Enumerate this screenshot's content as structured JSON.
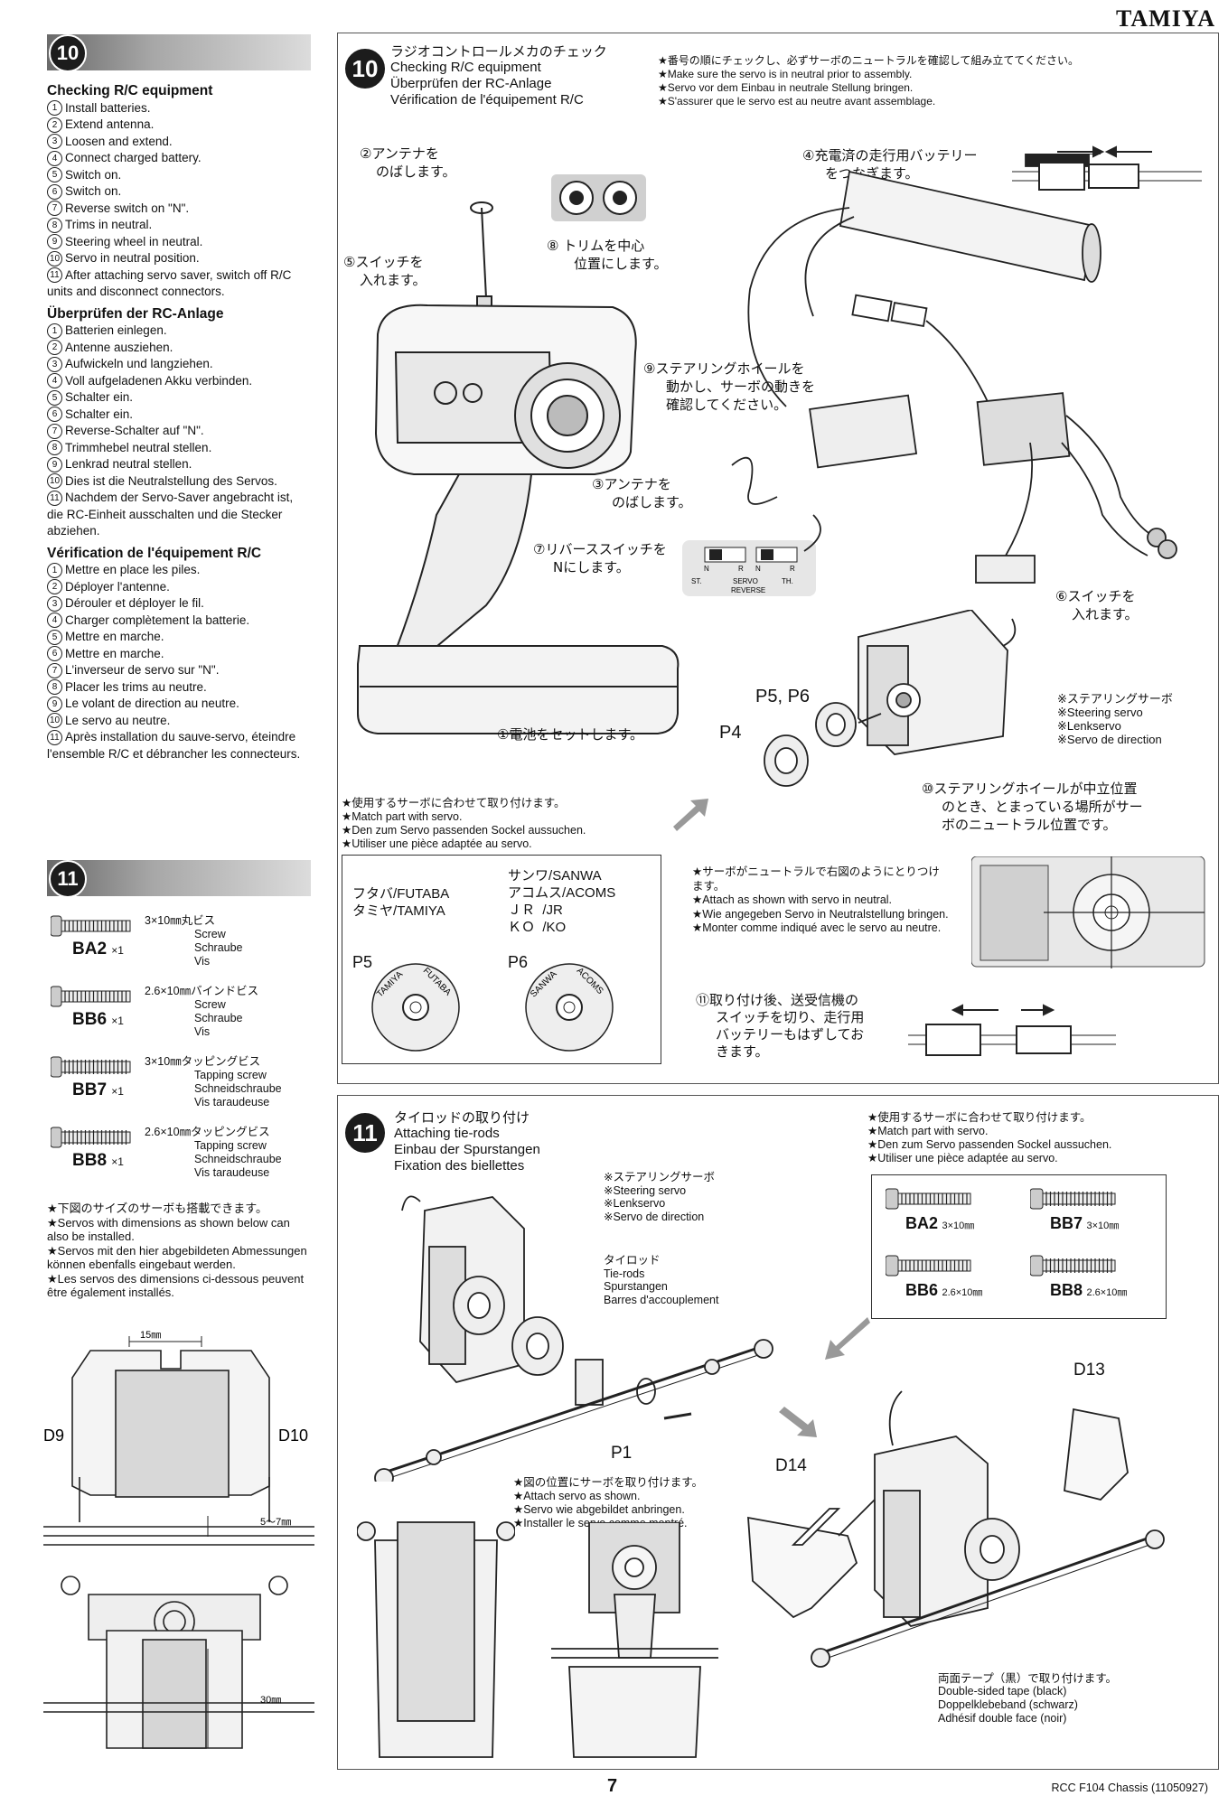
{
  "brand": "TAMIYA",
  "sidebar": {
    "step10_num": "10",
    "step11_num": "11",
    "en_title": "Checking R/C equipment",
    "en_steps": [
      "Install batteries.",
      "Extend antenna.",
      "Loosen and extend.",
      "Connect charged battery.",
      "Switch on.",
      "Switch on.",
      "Reverse switch on \"N\".",
      "Trims in neutral.",
      "Steering wheel in neutral.",
      "Servo in neutral position.",
      "After attaching servo saver, switch off R/C units and disconnect connectors."
    ],
    "de_title": "Überprüfen der RC-Anlage",
    "de_steps": [
      "Batterien einlegen.",
      "Antenne ausziehen.",
      "Aufwickeln und langziehen.",
      "Voll aufgeladenen Akku verbinden.",
      "Schalter ein.",
      "Schalter ein.",
      "Reverse-Schalter auf \"N\".",
      "Trimmhebel neutral stellen.",
      "Lenkrad neutral stellen.",
      "Dies ist die Neutralstellung des Servos.",
      "Nachdem der Servo-Saver angebracht ist, die RC-Einheit ausschalten und die Stecker abziehen."
    ],
    "fr_title": "Vérification de l'équipement R/C",
    "fr_steps": [
      "Mettre en place les piles.",
      "Déployer l'antenne.",
      "Dérouler et déployer le fil.",
      "Charger complètement la batterie.",
      "Mettre en marche.",
      "Mettre en marche.",
      "L'inverseur de servo sur \"N\".",
      "Placer les trims au neutre.",
      "Le volant de direction au neutre.",
      "Le servo au neutre.",
      "Après installation du sauve-servo, éteindre l'ensemble R/C et débrancher les connecteurs."
    ],
    "screws": [
      {
        "code": "BA2",
        "qty": "×1",
        "jp": "3×10㎜丸ビス",
        "en": "Screw",
        "de": "Schraube",
        "fr": "Vis"
      },
      {
        "code": "BB6",
        "qty": "×1",
        "jp": "2.6×10㎜バインドビス",
        "en": "Screw",
        "de": "Schraube",
        "fr": "Vis"
      },
      {
        "code": "BB7",
        "qty": "×1",
        "jp": "3×10㎜タッピングビス",
        "en": "Tapping screw",
        "de": "Schneidschraube",
        "fr": "Vis taraudeuse"
      },
      {
        "code": "BB8",
        "qty": "×1",
        "jp": "2.6×10㎜タッピングビス",
        "en": "Tapping screw",
        "de": "Schneidschraube",
        "fr": "Vis taraudeuse"
      }
    ],
    "servo_note": [
      "★下図のサイズのサーボも搭載できます。",
      "★Servos with dimensions as shown below can also be installed.",
      "★Servos mit den hier abgebildeten Abmessungen können ebenfalls eingebaut werden.",
      "★Les servos des dimensions ci-dessous peuvent être également installés."
    ],
    "dims": {
      "d9": "D9",
      "d10": "D10",
      "w15": "15㎜",
      "h57": "5〜7㎜",
      "h30": "30㎜"
    }
  },
  "panel10": {
    "num": "10",
    "title_jp": "ラジオコントロールメカのチェック",
    "title_en": "Checking R/C equipment",
    "title_de": "Überprüfen der RC-Anlage",
    "title_fr": "Vérification de l'équipement R/C",
    "notes": [
      "★番号の順にチェックし、必ずサーボのニュートラルを確認して組み立ててください。",
      "★Make sure the servo is in neutral prior to assembly.",
      "★Servo vor dem Einbau in neutrale Stellung bringen.",
      "★S'assurer que le servo est au neutre avant assemblage."
    ],
    "callouts": {
      "c1": "①電池をセットします。",
      "c2a": "②アンテナを",
      "c2b": "のばします。",
      "c3a": "③アンテナを",
      "c3b": "のばします。",
      "c4a": "④充電済の走行用バッテリー",
      "c4b": "をつなぎます。",
      "c5a": "⑤スイッチを",
      "c5b": "入れます。",
      "c6a": "⑥スイッチを",
      "c6b": "入れます。",
      "c7a": "⑦リバーススイッチを",
      "c7b": "Nにします。",
      "c8a": "⑧ トリムを中心",
      "c8b": "位置にします。",
      "c9a": "⑨ステアリングホイールを",
      "c9b": "動かし、サーボの動きを",
      "c9c": "確認してください。",
      "c10a": "⑩ステアリングホイールが中立位置",
      "c10b": "のとき、とまっている場所がサー",
      "c10c": "ボのニュートラル位置です。",
      "c11a": "⑪取り付け後、送受信機の",
      "c11b": "スイッチを切り、走行用",
      "c11c": "バッテリーもはずしてお",
      "c11d": "きます。"
    },
    "p5p6": "P5, P6",
    "p4": "P4",
    "servo_label": [
      "※ステアリングサーボ",
      "※Steering servo",
      "※Lenkservo",
      "※Servo de direction"
    ],
    "switch_labels": {
      "n": "N",
      "r": "R",
      "st": "ST.",
      "servo": "SERVO",
      "th": "TH.",
      "reverse": "REVERSE"
    },
    "saver_note": [
      "★使用するサーボに合わせて取り付けます。",
      "★Match part with servo.",
      "★Den zum Servo passenden Sockel aussuchen.",
      "★Utiliser une pièce adaptée au servo."
    ],
    "brands": {
      "futaba_jp": "フタバ",
      "futaba": "FUTABA",
      "tamiya_jp": "タミヤ",
      "tamiya": "TAMIYA",
      "sanwa_jp": "サンワ",
      "sanwa": "SANWA",
      "acoms_jp": "アコムス",
      "acoms": "ACOMS",
      "jr_jp": "ＪＲ",
      "jr": "JR",
      "ko_jp": "ＫＯ",
      "ko": "KO"
    },
    "p5": "P5",
    "p6": "P6",
    "neutral_note": [
      "★サーボがニュートラルで右図のようにとりつけます。",
      "★Attach as shown with servo in neutral.",
      "★Wie angegeben Servo in Neutralstellung bringen.",
      "★Monter comme indiqué avec le servo au neutre."
    ]
  },
  "panel11": {
    "num": "11",
    "title_jp": "タイロッドの取り付け",
    "title_en": "Attaching tie-rods",
    "title_de": "Einbau der Spurstangen",
    "title_fr": "Fixation des biellettes",
    "servo_label": [
      "※ステアリングサーボ",
      "※Steering servo",
      "※Lenkservo",
      "※Servo de direction"
    ],
    "tierod_label": [
      "タイロッド",
      "Tie-rods",
      "Spurstangen",
      "Barres d'accouplement"
    ],
    "p1": "P1",
    "match_note": [
      "★使用するサーボに合わせて取り付けます。",
      "★Match part with servo.",
      "★Den zum Servo passenden Sockel aussuchen.",
      "★Utiliser une pièce adaptée au servo."
    ],
    "screws": [
      {
        "code": "BA2",
        "size": "3×10㎜"
      },
      {
        "code": "BB7",
        "size": "3×10㎜"
      },
      {
        "code": "BB6",
        "size": "2.6×10㎜"
      },
      {
        "code": "BB8",
        "size": "2.6×10㎜"
      }
    ],
    "d13": "D13",
    "d14": "D14",
    "attach_note": [
      "★図の位置にサーボを取り付けます。",
      "★Attach servo as shown.",
      "★Servo wie abgebildet anbringen.",
      "★Installer le servo comme montré."
    ],
    "tape_note": [
      "両面テープ（黒）で取り付けます。",
      "Double-sided tape (black)",
      "Doppelklebeband (schwarz)",
      "Adhésif double face (noir)"
    ]
  },
  "footer": {
    "page": "7",
    "model": "RCC F104 Chassis (11050927)"
  }
}
